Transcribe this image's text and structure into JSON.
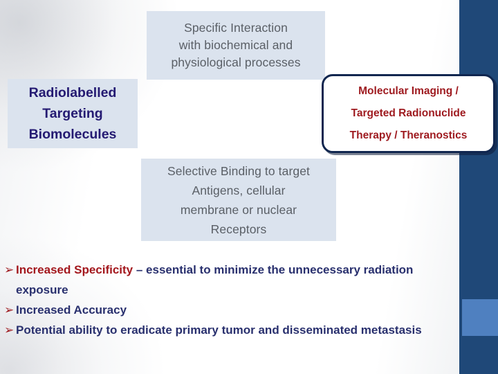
{
  "slide": {
    "boxes": {
      "specific_interaction": {
        "name": "Specific Interaction",
        "lines": [
          "Specific Interaction",
          "with biochemical and",
          "physiological processes"
        ],
        "bg_color": "#dbe3ee",
        "text_color": "#5a5f66"
      },
      "radiolabelled": {
        "name": "Radiolabelled Targeting Biomolecules",
        "lines": [
          "Radiolabelled",
          "Targeting",
          "Biomolecules"
        ],
        "bg_color": "#dbe3ee",
        "text_color": "#241a72"
      },
      "molecular_imaging": {
        "name": "Molecular Imaging / Targeted Radionuclide Therapy / Theranostics",
        "lines": [
          "Molecular Imaging /",
          "Targeted Radionuclide",
          "Therapy / Theranostics"
        ],
        "bg_color": "#ffffff",
        "border_color": "#10264f",
        "text_color": "#9e1a1f"
      },
      "selective_binding": {
        "name": "Selective Binding to target Antigens, cellular membrane or nuclear Receptors",
        "lines": [
          "Selective Binding to target",
          "Antigens, cellular",
          "membrane or nuclear",
          "Receptors"
        ],
        "bg_color": "#dbe3ee",
        "text_color": "#5a5f66"
      }
    },
    "bullets": [
      {
        "marker": "➢",
        "highlight": "Increased Specificity",
        "rest": " – essential to minimize the unnecessary radiation exposure",
        "justified": false
      },
      {
        "marker": "➢",
        "highlight": "",
        "rest": "Increased Accuracy",
        "justified": false
      },
      {
        "marker": "➢",
        "highlight": "",
        "rest": "Potential ability to eradicate primary tumor and disseminated metastasis",
        "justified": true
      }
    ],
    "decor": {
      "edge_bar_dark_color": "#1f4878",
      "edge_bar_light_color": "#4f80c0"
    }
  }
}
